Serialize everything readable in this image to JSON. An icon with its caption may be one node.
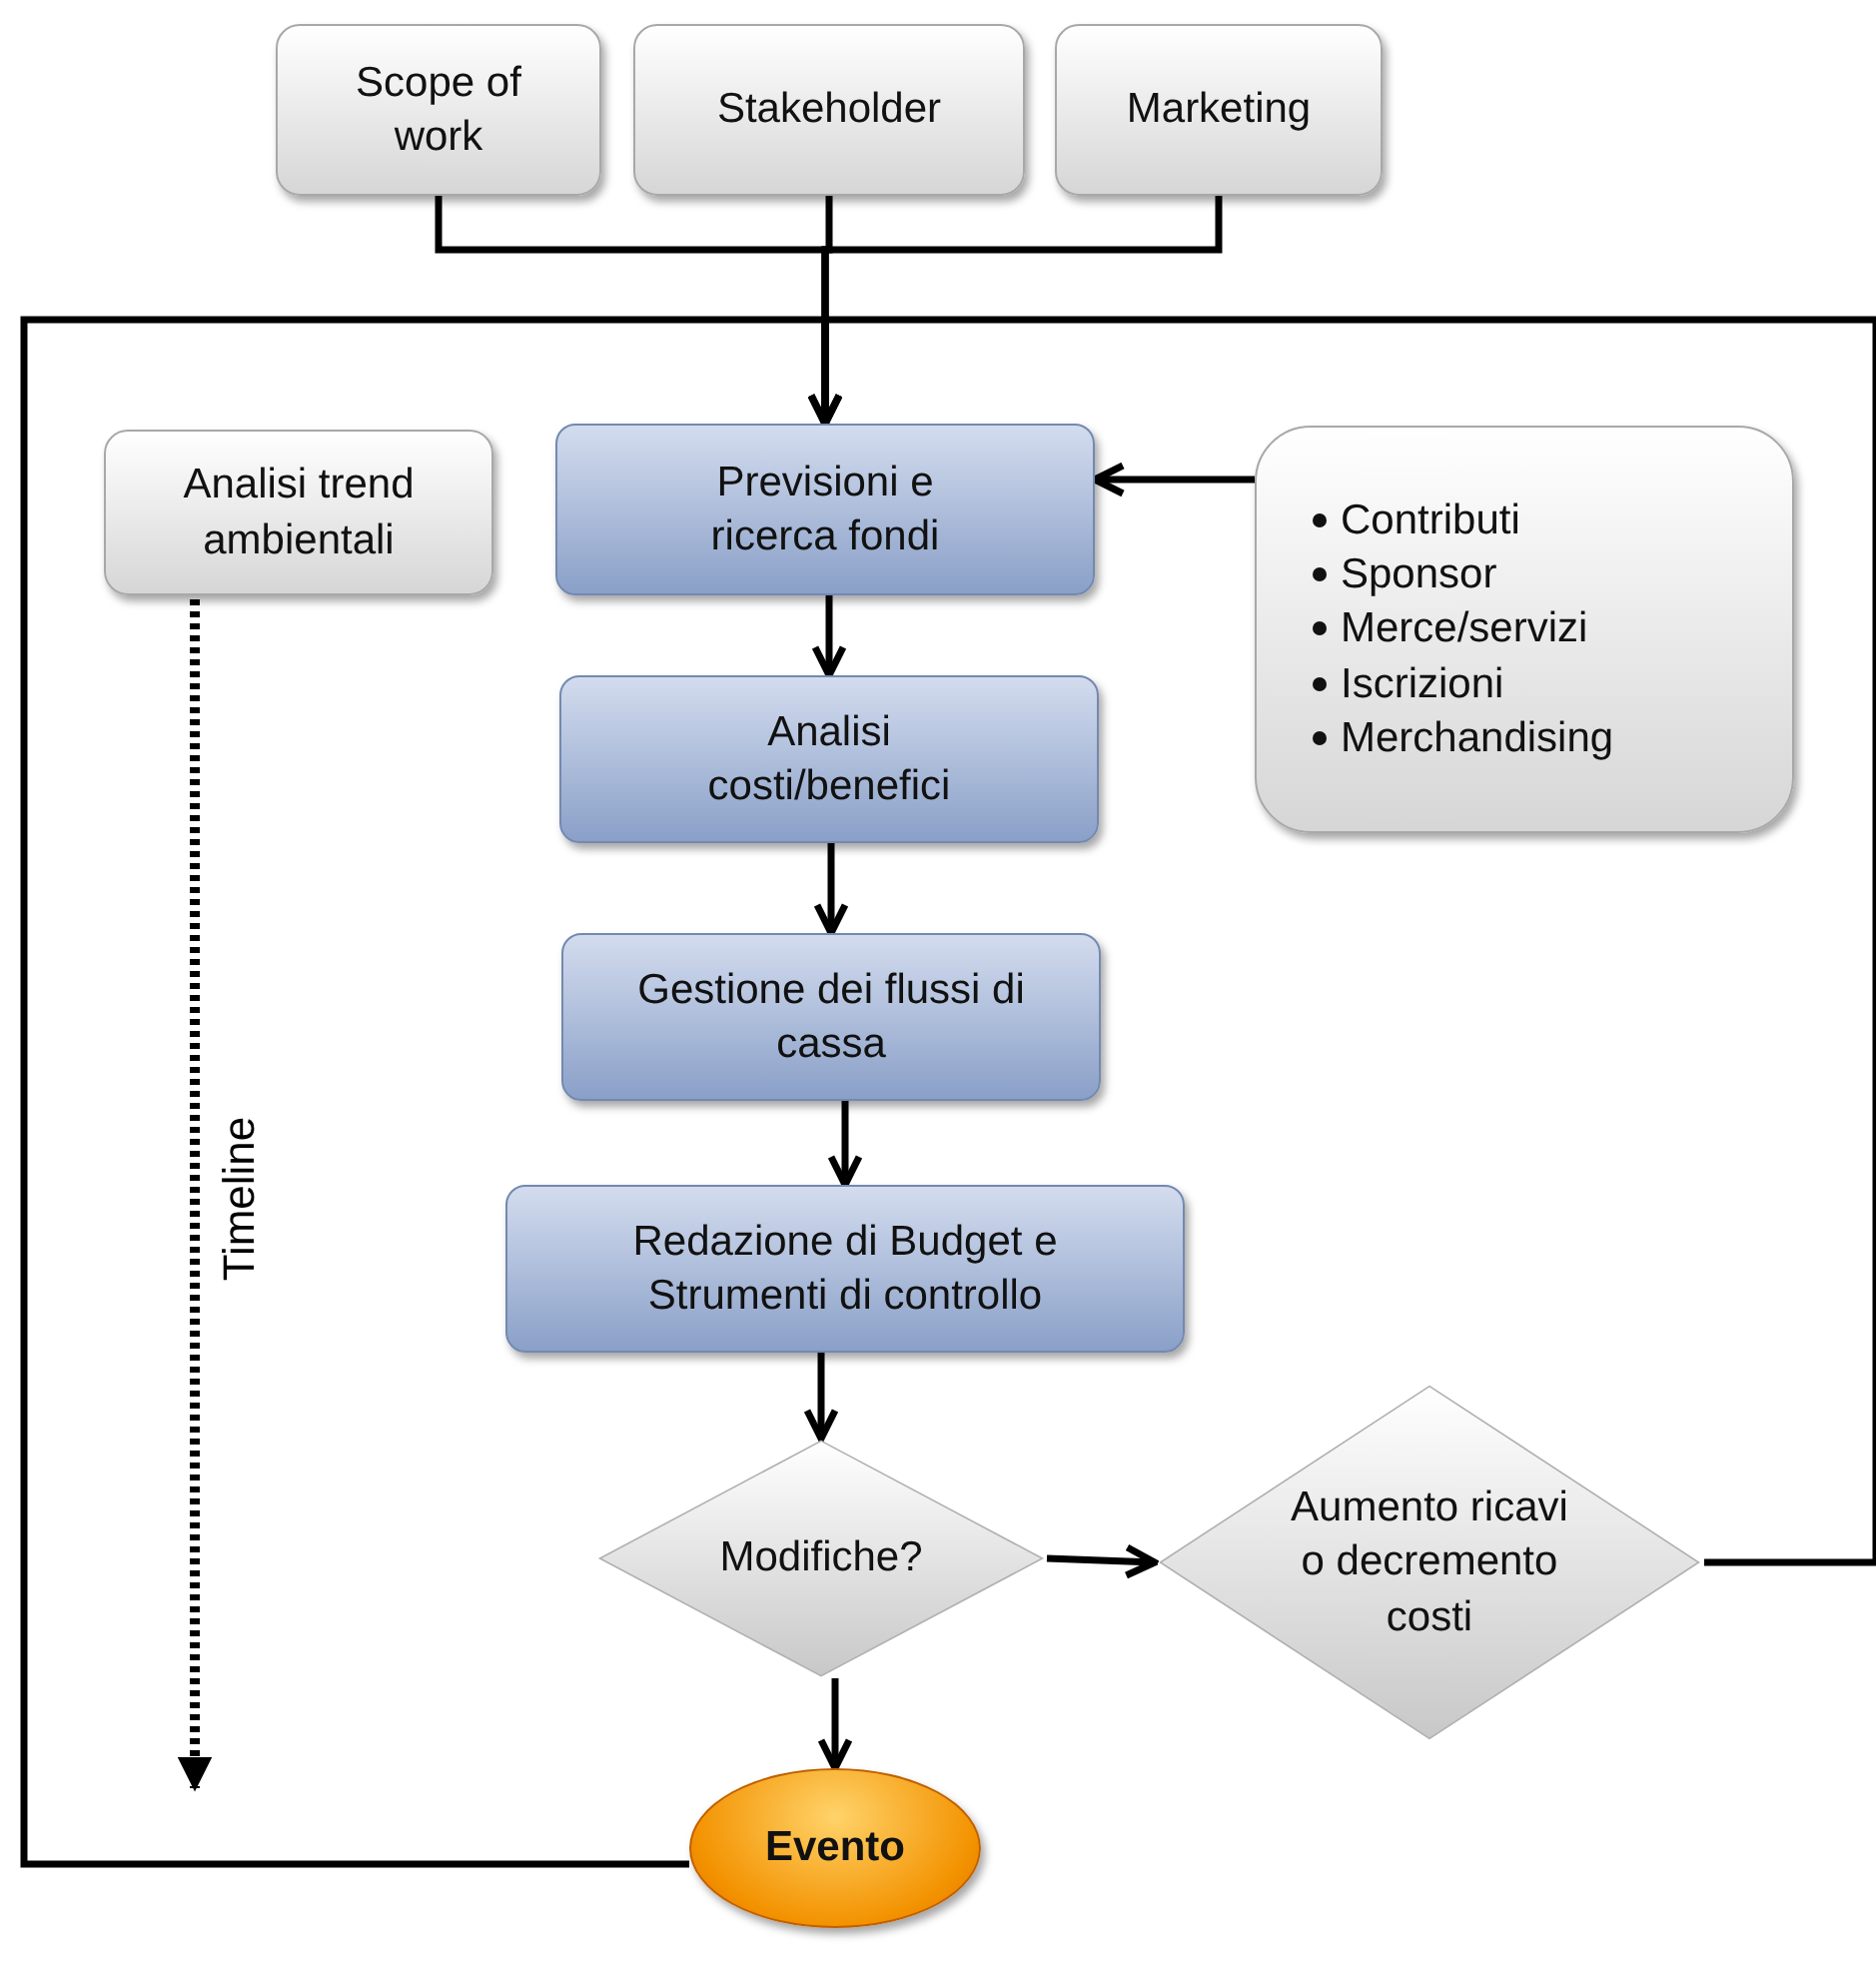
{
  "diagram": {
    "nodes": [
      {
        "text": [
          "Scope of work"
        ]
      },
      {
        "text": [
          "Stakeholder"
        ]
      },
      {
        "text": [
          "Marketing"
        ]
      },
      {
        "text": [
          "Analisi trend ambientali"
        ]
      },
      {
        "text": [
          "Previsioni e ricerca fondi"
        ]
      },
      {
        "text": [
          "Contributi",
          "Sponsor",
          "Merce/servizi",
          "Iscrizioni",
          "Merchandising"
        ]
      },
      {
        "text": [
          "Analisi costi/benefici"
        ]
      },
      {
        "text": [
          "Gestione dei flussi di cassa"
        ]
      },
      {
        "text": [
          "Redazione di Budget e Strumenti di controllo"
        ]
      },
      {
        "text": [
          "Modifiche?"
        ]
      },
      {
        "text": [
          "Aumento ricavi o decremento costi"
        ]
      },
      {
        "text": [
          "Evento"
        ]
      }
    ],
    "edges": [
      {
        "from": 0,
        "to": 4,
        "arrow": "to"
      },
      {
        "from": 1,
        "to": 4,
        "arrow": "to"
      },
      {
        "from": 2,
        "to": 4,
        "arrow": "to"
      },
      {
        "from": 11,
        "to": 4,
        "arrow": "to"
      },
      {
        "from": 10,
        "to": 4,
        "arrow": "to"
      },
      {
        "from": 5,
        "to": 4,
        "arrow": "to"
      },
      {
        "from": 4,
        "to": 6,
        "arrow": "to"
      },
      {
        "from": 6,
        "to": 7,
        "arrow": "to"
      },
      {
        "from": 7,
        "to": 8,
        "arrow": "to"
      },
      {
        "from": 8,
        "to": 9,
        "arrow": "to"
      },
      {
        "from": 9,
        "to": 10,
        "arrow": "to"
      },
      {
        "from": 9,
        "to": 11,
        "arrow": "to"
      },
      {
        "from": 3,
        "to": null,
        "arrow": "to",
        "style": "dashed"
      }
    ],
    "labels": [
      "Timeline"
    ]
  }
}
